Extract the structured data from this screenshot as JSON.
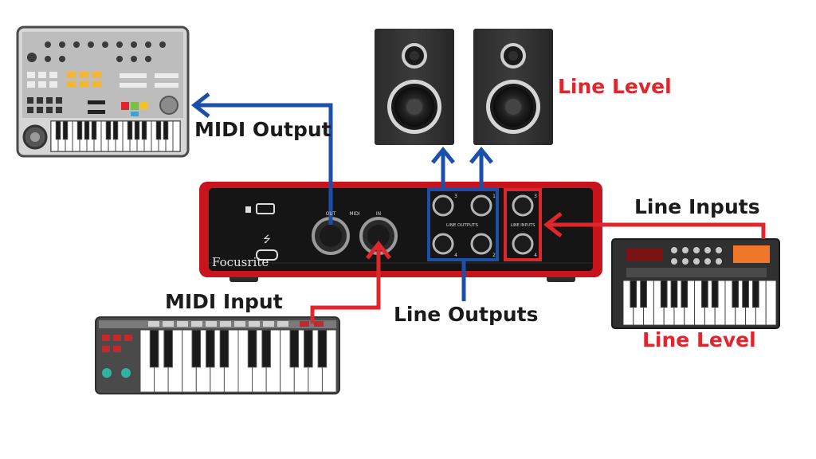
{
  "labels": {
    "midi_output": "MIDI Output",
    "midi_input": "MIDI Input",
    "line_outputs": "Line Outputs",
    "line_inputs": "Line Inputs",
    "line_level_speakers": "Line Level",
    "line_level_keyboard": "Line Level"
  },
  "interface": {
    "brand": "Focusrite",
    "out_label": "OUT",
    "midi_label": "MIDI",
    "in_label": "IN",
    "line_outputs_label": "LINE OUTPUTS",
    "line_inputs_label": "LINE INPUTS",
    "output_jack_numbers": [
      "3",
      "1",
      "4",
      "2"
    ],
    "input_jack_numbers": [
      "3",
      "4"
    ]
  },
  "colors": {
    "blue": "#1c4fa8",
    "red": "#e0262d",
    "interface_red": "#c8141c",
    "panel_black": "#151515"
  }
}
